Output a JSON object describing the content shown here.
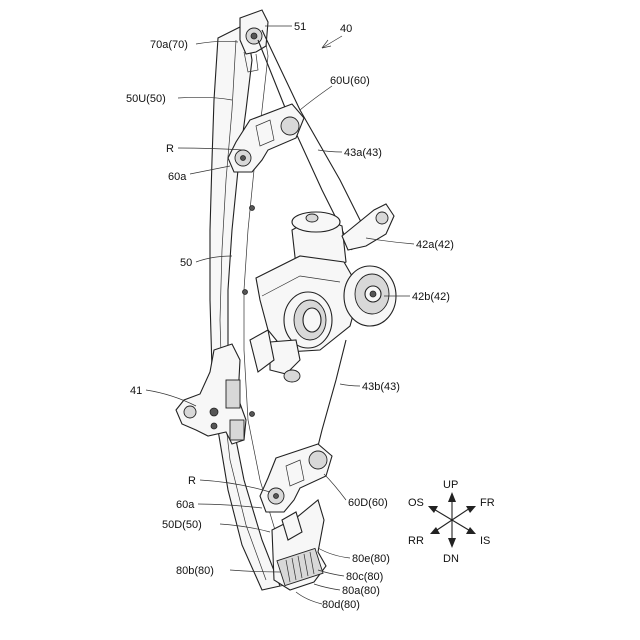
{
  "labels": {
    "l40": "40",
    "l51": "51",
    "l70a": "70a(70)",
    "l50U": "50U(50)",
    "l60U": "60U(60)",
    "lR1": "R",
    "l43a": "43a(43)",
    "l60a1": "60a",
    "l42a": "42a(42)",
    "l50": "50",
    "l42b": "42b(42)",
    "l41": "41",
    "l43b": "43b(43)",
    "lR2": "R",
    "l60a2": "60a",
    "l60D": "60D(60)",
    "l50D": "50D(50)",
    "l80e": "80e(80)",
    "l80b": "80b(80)",
    "l80c": "80c(80)",
    "l80a": "80a(80)",
    "l80d": "80d(80)"
  },
  "compass": {
    "up": "UP",
    "dn": "DN",
    "os": "OS",
    "fr": "FR",
    "rr": "RR",
    "is": "IS"
  }
}
